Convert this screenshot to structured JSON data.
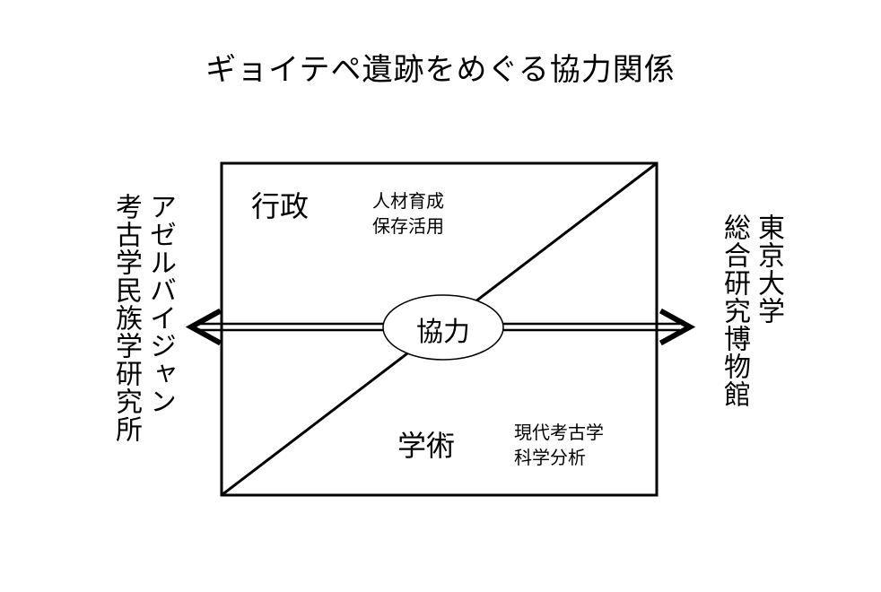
{
  "title": "ギョイテペ遺跡をめぐる協力関係",
  "left_org": {
    "line1": "アゼルバイジャン",
    "line2": "考古学民族学研究所"
  },
  "right_org": {
    "line1": "東京大学",
    "line2": "総合研究博物館"
  },
  "top_section": {
    "heading": "行政",
    "items": [
      "人材育成",
      "保存活用"
    ]
  },
  "bottom_section": {
    "heading": "学術",
    "items": [
      "現代考古学",
      "科学分析"
    ]
  },
  "center_label": "協力"
}
